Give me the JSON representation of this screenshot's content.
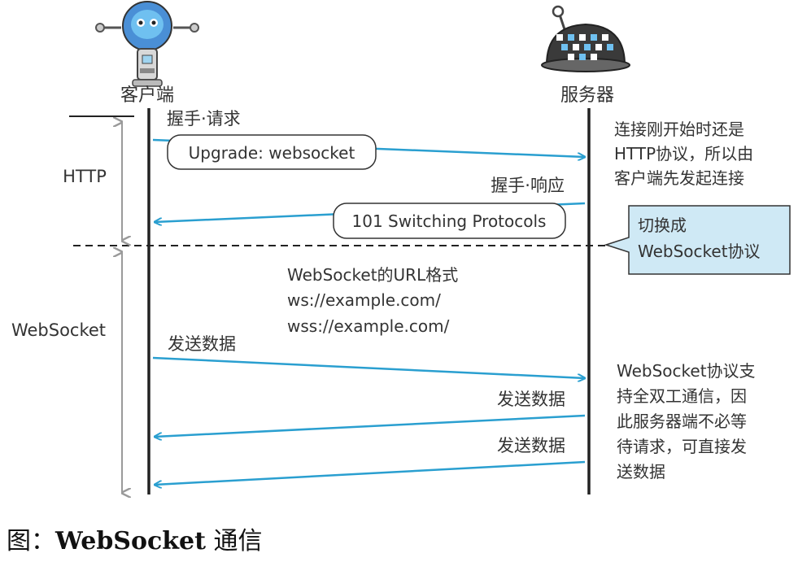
{
  "client": {
    "label": "客户端",
    "icon": "robot-icon"
  },
  "server": {
    "label": "服务器",
    "icon": "server-robot-icon"
  },
  "phases": {
    "http": "HTTP",
    "websocket": "WebSocket"
  },
  "handshake": {
    "request_label": "握手·请求",
    "request_box": "Upgrade: websocket",
    "response_label": "握手·响应",
    "response_box": "101 Switching Protocols"
  },
  "notes": {
    "start_lines": [
      "连接刚开始时还是",
      "HTTP协议，所以由",
      "客户端先发起连接"
    ],
    "switch_lines": [
      "切换成",
      "WebSocket协议"
    ],
    "fullduplex_lines": [
      "WebSocket协议支",
      "持全双工通信，因",
      "此服务器端不必等",
      "待请求，可直接发",
      "送数据"
    ]
  },
  "url_format": {
    "title": "WebSocket的URL格式",
    "ws": "ws://example.com/",
    "wss": "wss://example.com/"
  },
  "messages": {
    "send_client": "发送数据",
    "send_server_1": "发送数据",
    "send_server_2": "发送数据"
  },
  "caption": {
    "prefix": "图：",
    "bold": "WebSocket",
    "suffix": " 通信"
  },
  "colors": {
    "arrow": "#2a9fd0",
    "note_bg": "#cfe9f5",
    "line": "#222222",
    "phase_arrow": "#9a9a9a"
  }
}
